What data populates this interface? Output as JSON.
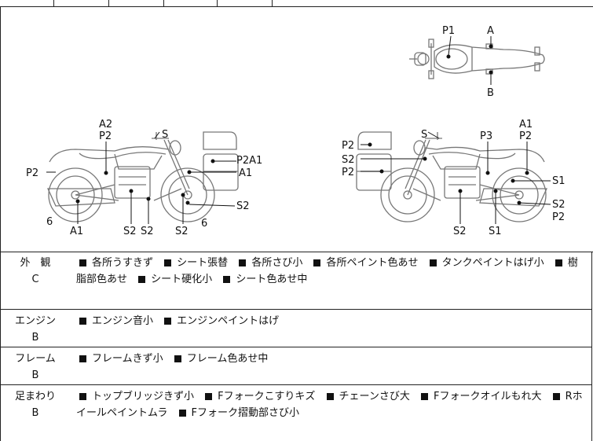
{
  "diagram": {
    "top_view_labels": [
      "P1",
      "A",
      "B"
    ],
    "left_view_labels": [
      "A2",
      "P2",
      "S",
      "P2A1",
      "P2",
      "A1",
      "S2",
      "6",
      "A1",
      "S2",
      "S2",
      "S2",
      "6"
    ],
    "right_view_labels": [
      "S",
      "A1",
      "P2",
      "P2",
      "S2",
      "P2",
      "P3",
      "S1",
      "S2",
      "P2",
      "S2",
      "S1"
    ]
  },
  "conditions": [
    {
      "name": "外　観",
      "grade": "C",
      "items": [
        "各所うすきず",
        "シート張替",
        "各所さび小",
        "各所ペイント色あせ",
        "タンクペイントはげ小",
        "樹脂部色あせ",
        "シート硬化小",
        "シート色あせ中"
      ]
    },
    {
      "name": "エンジン",
      "grade": "B",
      "items": [
        "エンジン音小",
        "エンジンペイントはげ"
      ]
    },
    {
      "name": "フレーム",
      "grade": "B",
      "items": [
        "フレームきず小",
        "フレーム色あせ中"
      ]
    },
    {
      "name": "足まわり",
      "grade": "B",
      "items": [
        "トップブリッジきず小",
        "Fフォークこすりキズ",
        "チェーンさび大",
        "Fフォークオイルもれ大",
        "Rホイールペイントムラ",
        "Fフォーク摺動部さび小"
      ]
    }
  ]
}
